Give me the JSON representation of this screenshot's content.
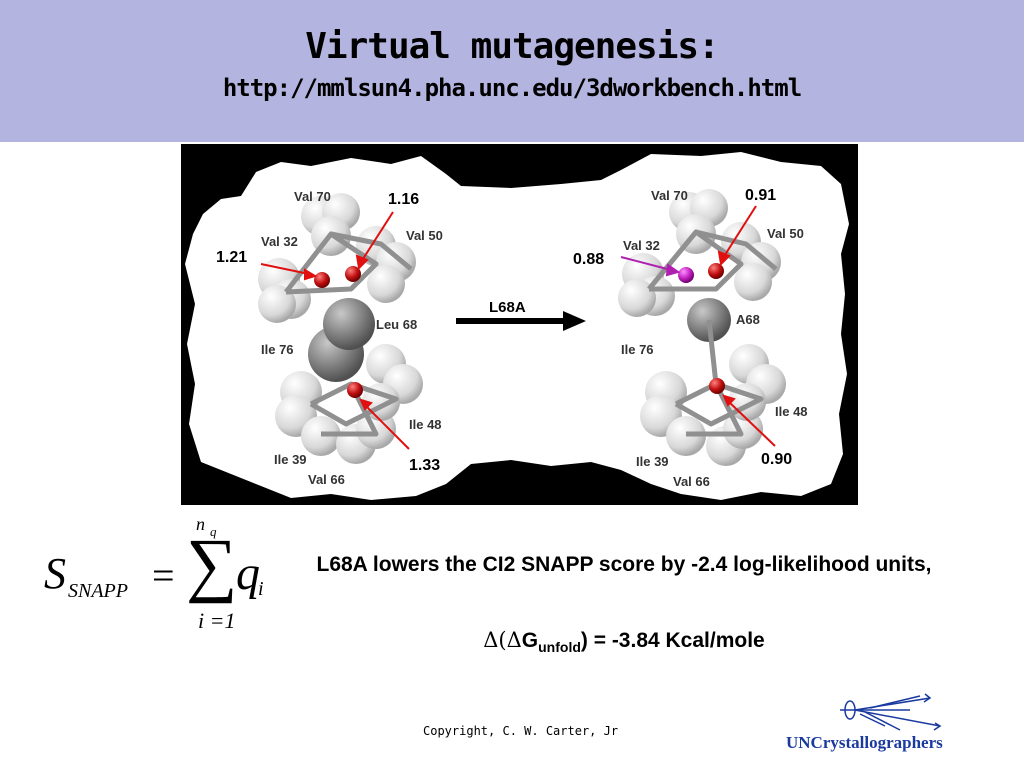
{
  "header": {
    "title": "Virtual mutagenesis:",
    "url": "http://mmlsun4.pha.unc.edu/3dworkbench.html"
  },
  "figure": {
    "left": {
      "labels": {
        "val70": "Val 70",
        "val32": "Val 32",
        "val50": "Val 50",
        "leu68": "Leu 68",
        "ile76": "Ile 76",
        "ile48": "Ile 48",
        "ile39": "Ile 39",
        "val66": "Val 66"
      },
      "values": {
        "top": "1.16",
        "left": "1.21",
        "bottom": "1.33"
      }
    },
    "arrow_label": "L68A",
    "right": {
      "labels": {
        "val70": "Val 70",
        "val32": "Val 32",
        "val50": "Val 50",
        "a68": "A68",
        "ile76": "Ile 76",
        "ile48": "Ile 48",
        "ile39": "Ile 39",
        "val66": "Val 66"
      },
      "values": {
        "top": "0.91",
        "left": "0.88",
        "bottom": "0.90"
      }
    }
  },
  "formula": {
    "lhs": "S",
    "lhs_sub": "SNAPP",
    "equals": "=",
    "sigma": "∑",
    "upper": "n",
    "upper_sub": "q",
    "lower": "i =1",
    "summand": "q",
    "summand_sub": "i"
  },
  "result": {
    "text": "L68A lowers the CI2 SNAPP score by -2.4 log-likelihood units,",
    "delta_prefix": "Δ(Δ",
    "g": "G",
    "g_sub": "unfold",
    "delta_suffix": ") = -3.84 Kcal/mole"
  },
  "footer": {
    "copyright": "Copyright, C. W. Carter, Jr",
    "logo_text": "UNCrystallographers"
  },
  "colors": {
    "header_bg": "#b4b4e0",
    "arrow_red": "#e01010",
    "arrow_magenta": "#b020b0",
    "logo_blue": "#1a3aa0"
  }
}
